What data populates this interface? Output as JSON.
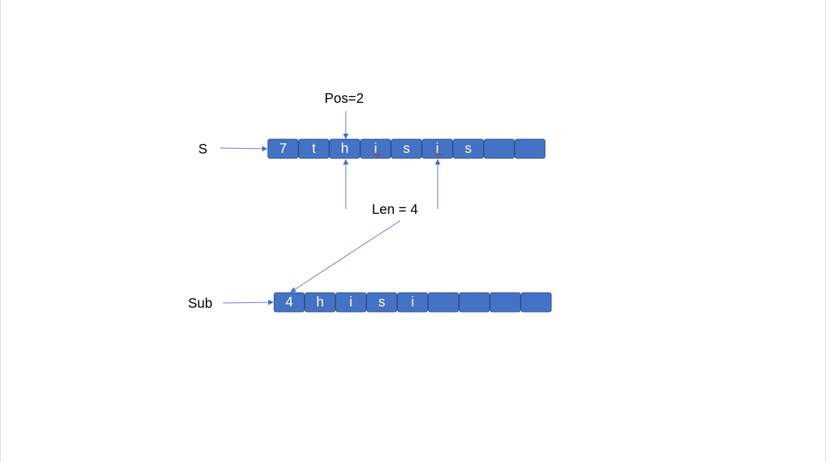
{
  "labels": {
    "s": "S",
    "pos": "Pos=2",
    "len": "Len = 4",
    "sub": "Sub"
  },
  "s_cells": [
    "7",
    "t",
    "h",
    "i",
    "s",
    "i",
    "s",
    "",
    ""
  ],
  "sub_cells": [
    "4",
    "h",
    "i",
    "s",
    "i",
    "",
    "",
    "",
    ""
  ],
  "colors": {
    "cell_fill": "#4472c4",
    "cell_border": "#2f528f",
    "arrow": "#4472c4",
    "spellcheck": "#e02020"
  }
}
